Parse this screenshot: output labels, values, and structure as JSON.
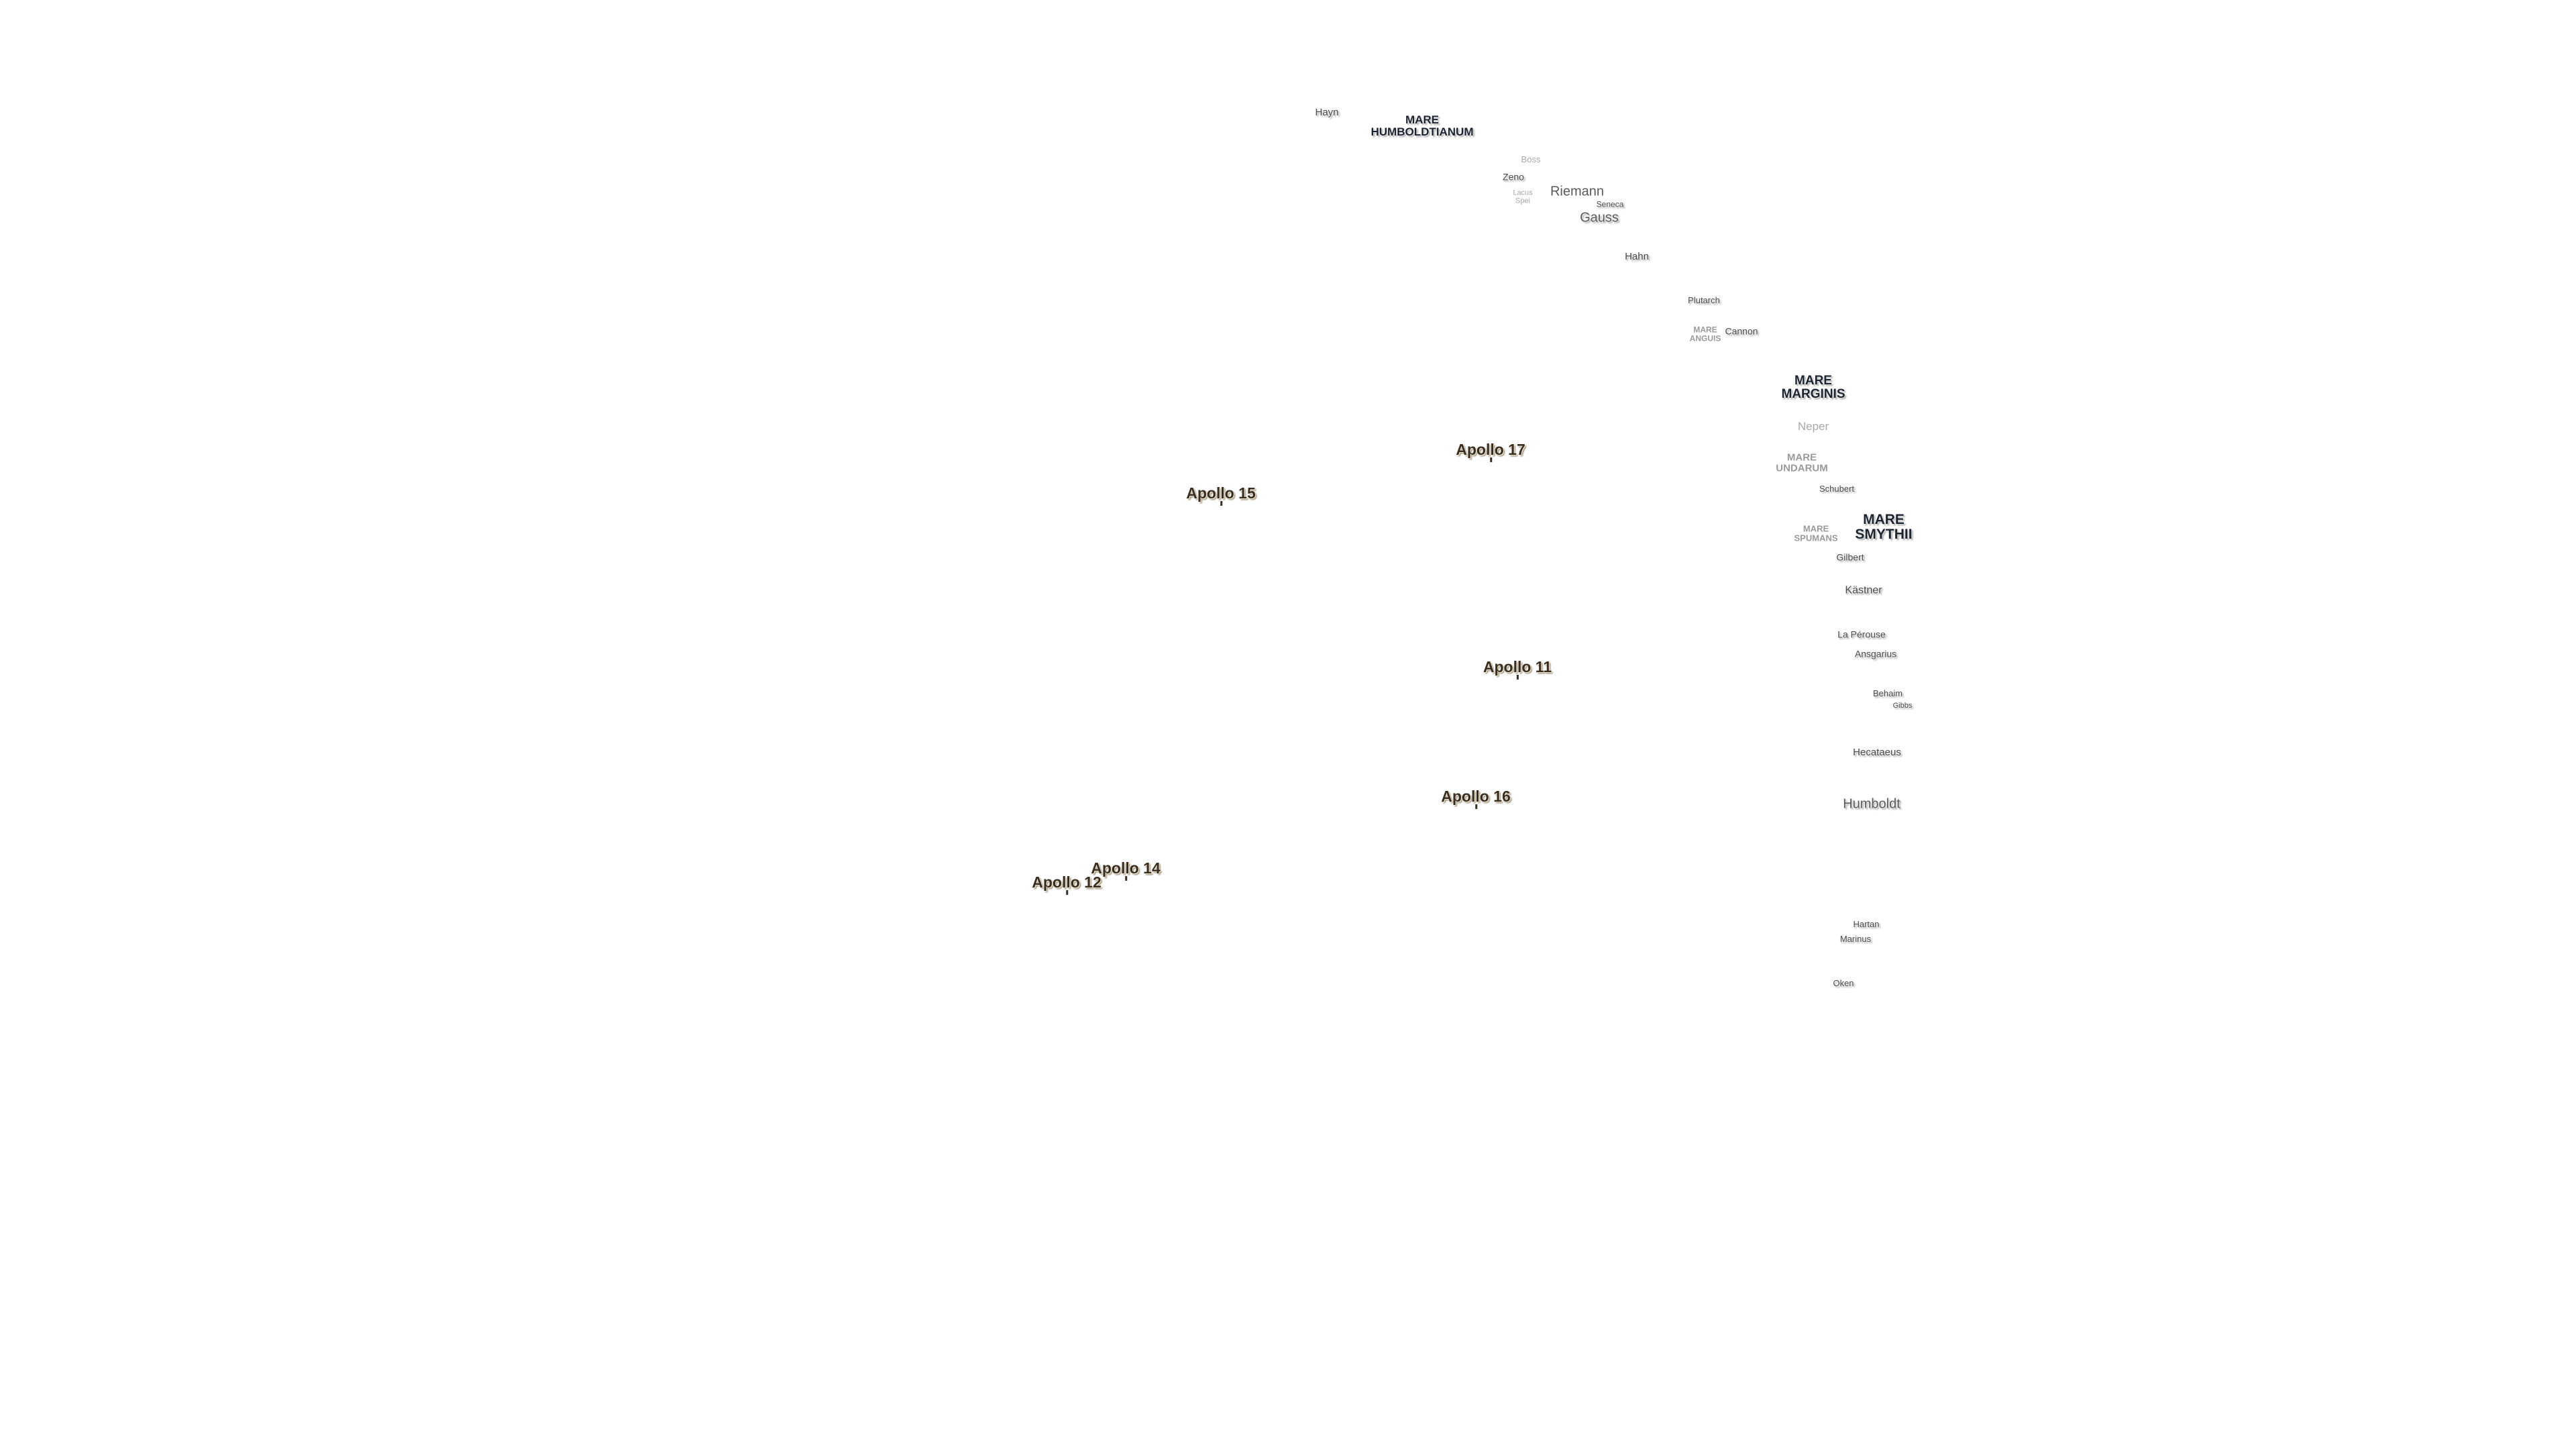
{
  "seas": [
    {
      "id": "mare-humboldtianum",
      "text": "MARE\nHUMBOLDTIANUM",
      "faint": false
    },
    {
      "id": "mare-anguis",
      "text": "MARE\nANGUIS",
      "faint": true
    },
    {
      "id": "mare-marginis",
      "text": "MARE\nMARGINIS",
      "faint": false
    },
    {
      "id": "mare-undarum",
      "text": "MARE\nUNDARUM",
      "faint": true
    },
    {
      "id": "mare-spumans",
      "text": "MARE\nSPUMANS",
      "faint": true
    },
    {
      "id": "mare-smythii",
      "text": "MARE\nSMYTHII",
      "faint": false
    }
  ],
  "craters": [
    {
      "id": "hayn",
      "text": "Hayn",
      "faint": false,
      "big": false
    },
    {
      "id": "boss",
      "text": "Boss",
      "faint": true,
      "big": false
    },
    {
      "id": "zeno",
      "text": "Zeno",
      "faint": false,
      "big": false
    },
    {
      "id": "riemann",
      "text": "Riemann",
      "faint": true,
      "big": true
    },
    {
      "id": "lacus-spei",
      "text": "Lacus\nSpei",
      "faint": true,
      "big": false
    },
    {
      "id": "seneca",
      "text": "Seneca",
      "faint": false,
      "big": false
    },
    {
      "id": "gauss",
      "text": "Gauss",
      "faint": false,
      "big": true
    },
    {
      "id": "hahn",
      "text": "Hahn",
      "faint": false,
      "big": false
    },
    {
      "id": "plutarch",
      "text": "Plutarch",
      "faint": false,
      "big": false
    },
    {
      "id": "cannon",
      "text": "Cannon",
      "faint": false,
      "big": false
    },
    {
      "id": "neper",
      "text": "Neper",
      "faint": true,
      "big": false
    },
    {
      "id": "schubert",
      "text": "Schubert",
      "faint": false,
      "big": false
    },
    {
      "id": "gilbert",
      "text": "Gilbert",
      "faint": false,
      "big": false
    },
    {
      "id": "kastner",
      "text": "Kästner",
      "faint": false,
      "big": false
    },
    {
      "id": "la-perouse",
      "text": "La Pérouse",
      "faint": false,
      "big": false
    },
    {
      "id": "ansgarius",
      "text": "Ansgarius",
      "faint": false,
      "big": false
    },
    {
      "id": "behaim",
      "text": "Behaim",
      "faint": false,
      "big": false
    },
    {
      "id": "gibbs",
      "text": "Gibbs",
      "faint": false,
      "big": false
    },
    {
      "id": "hecataeus",
      "text": "Hecataeus",
      "faint": false,
      "big": false
    },
    {
      "id": "humboldt",
      "text": "Humboldt",
      "faint": false,
      "big": true
    },
    {
      "id": "hartan",
      "text": "Hartan",
      "faint": false,
      "big": false
    },
    {
      "id": "marinus",
      "text": "Marinus",
      "faint": false,
      "big": false
    },
    {
      "id": "oken",
      "text": "Oken",
      "faint": false,
      "big": false
    }
  ],
  "apollo_sites": [
    {
      "id": "apollo-17",
      "text": "Apollo 17"
    },
    {
      "id": "apollo-15",
      "text": "Apollo 15"
    },
    {
      "id": "apollo-11",
      "text": "Apollo 11"
    },
    {
      "id": "apollo-16",
      "text": "Apollo 16"
    },
    {
      "id": "apollo-14",
      "text": "Apollo 14"
    },
    {
      "id": "apollo-12",
      "text": "Apollo 12"
    }
  ]
}
